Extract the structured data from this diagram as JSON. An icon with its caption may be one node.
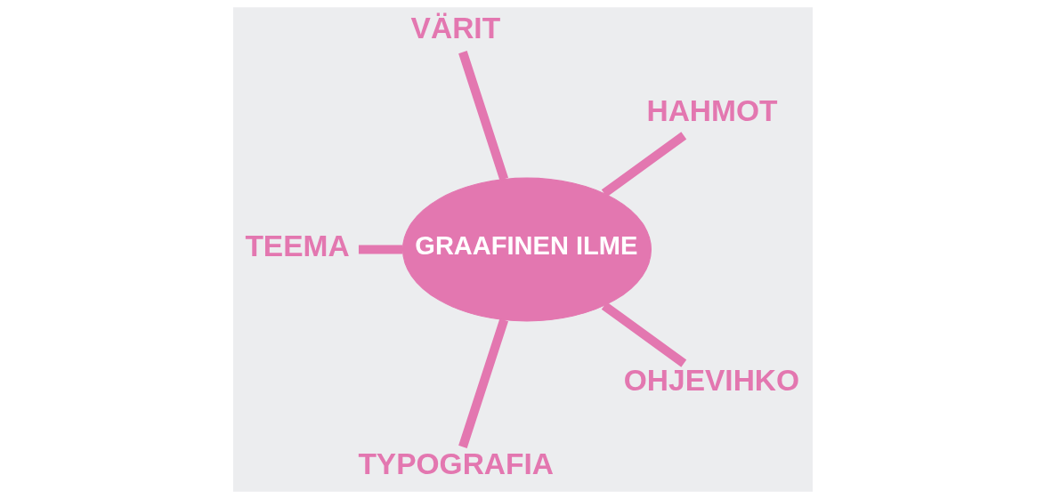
{
  "diagram": {
    "nodes": [
      {
        "text": [
          "GRAAFINEN ILME"
        ]
      },
      {
        "text": [
          "HAHMOT"
        ]
      },
      {
        "text": [
          "VÄRIT"
        ]
      },
      {
        "text": [
          "TEEMA"
        ]
      },
      {
        "text": [
          "TYPOGRAFIA"
        ]
      },
      {
        "text": [
          "OHJEVIHKO"
        ]
      }
    ],
    "edges": [
      {
        "from": 0,
        "to": 1,
        "arrow": "none"
      },
      {
        "from": 0,
        "to": 2,
        "arrow": "none"
      },
      {
        "from": 0,
        "to": 3,
        "arrow": "none"
      },
      {
        "from": 0,
        "to": 4,
        "arrow": "none"
      },
      {
        "from": 0,
        "to": 5,
        "arrow": "none"
      }
    ]
  }
}
